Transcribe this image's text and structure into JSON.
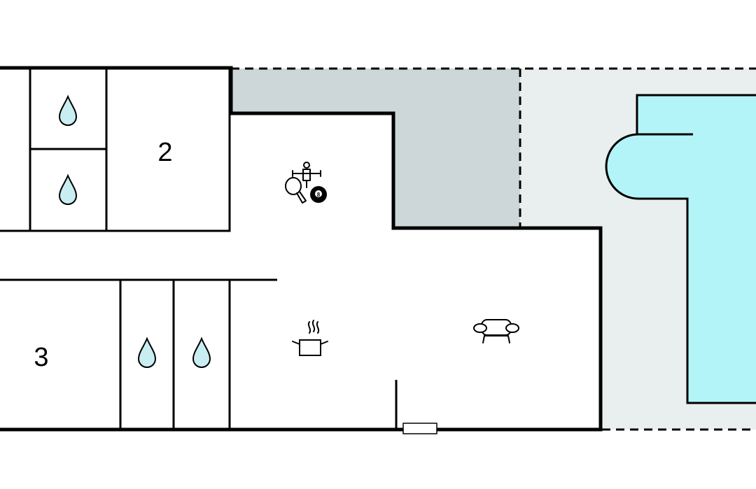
{
  "rooms": {
    "bedroom_2_label": "2",
    "bedroom_3_label": "3"
  },
  "icons": {
    "billiard_ball_number": "8",
    "bathroom": "water-drop-icon",
    "games": [
      "ping-pong-icon",
      "foosball-icon",
      "billiard-ball-icon"
    ],
    "kitchen": "cooking-pot-icon",
    "living": "sofa-icon",
    "entrance": "entrance-door-icon"
  },
  "colors": {
    "pool_water": "#b3f4f9",
    "terrace": "#e9eeef",
    "covered_terrace": "#cdd6d8",
    "water_drop": "#c8eef2",
    "wall": "#000000",
    "floor": "#ffffff"
  }
}
